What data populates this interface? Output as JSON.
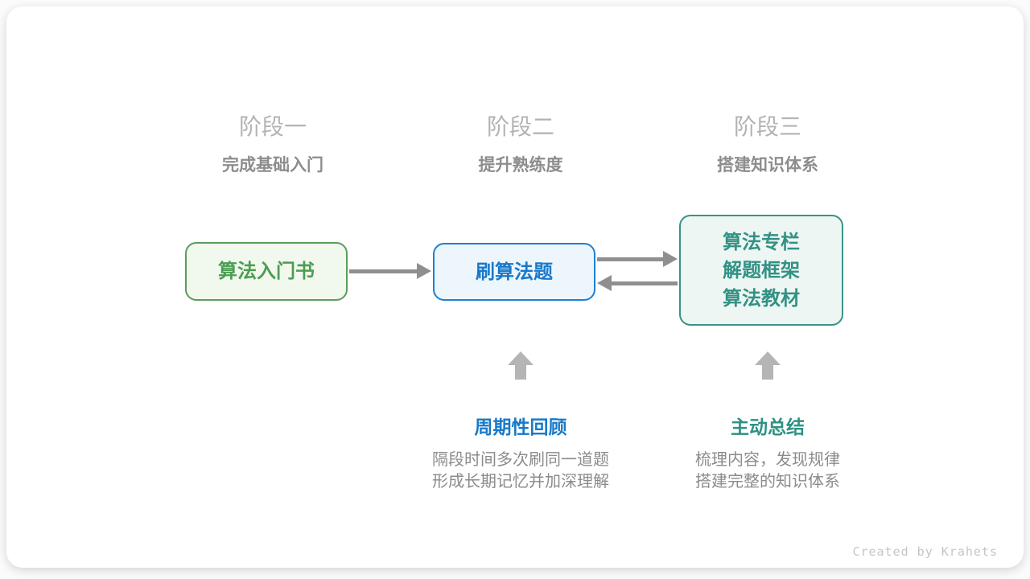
{
  "stages": [
    {
      "title": "阶段一",
      "subtitle": "完成基础入门"
    },
    {
      "title": "阶段二",
      "subtitle": "提升熟练度"
    },
    {
      "title": "阶段三",
      "subtitle": "搭建知识体系"
    }
  ],
  "nodes": [
    {
      "label": "算法入门书",
      "border_color": "#5b9c5b",
      "bg_color": "#f1f8ee",
      "text_color": "#4c9d53"
    },
    {
      "label": "刷算法题",
      "border_color": "#1f80d2",
      "bg_color": "#edf6fd",
      "text_color": "#1879c9"
    },
    {
      "lines": [
        "算法专栏",
        "解题框架",
        "算法教材"
      ],
      "border_color": "#3a9287",
      "bg_color": "#edf6f3",
      "text_color": "#339185"
    }
  ],
  "annotations": [
    {
      "label": "周期性回顾",
      "label_color": "#1879c9",
      "desc_lines": [
        "隔段时间多次刷同一道题",
        "形成长期记忆并加深理解"
      ]
    },
    {
      "label": "主动总结",
      "label_color": "#2f9183",
      "desc_lines": [
        "梳理内容，发现规律",
        "搭建完整的知识体系"
      ]
    }
  ],
  "connectors": {
    "arrow_color": "#8f8f8f",
    "up_arrow_color": "#b5b5b5"
  },
  "credit": "Created by Krahets"
}
